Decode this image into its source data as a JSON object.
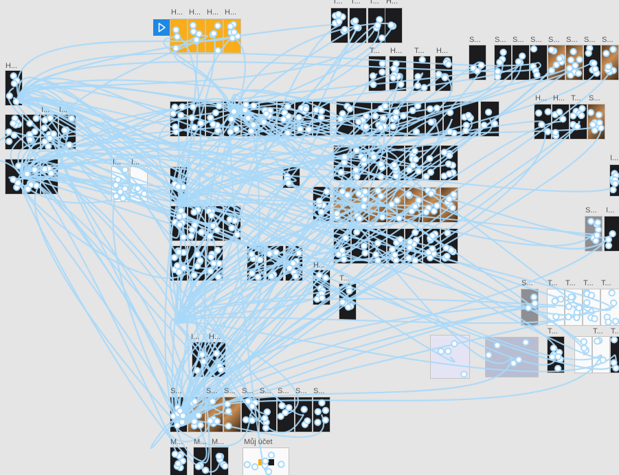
{
  "canvas": {
    "background": "#e5e5e5",
    "link_color": "#a9d8f8",
    "accent": "#1e88e5",
    "brand_orange": "#f9ad18"
  },
  "flow_start_icon": "play-icon",
  "labels": {
    "h1": "H...",
    "h2": "H...",
    "h3": "H...",
    "h4": "H...",
    "t1": "T...",
    "t2": "T...",
    "t3": "T...",
    "t4": "H...",
    "t5": "T...",
    "t6": "H...",
    "t7": "T...",
    "t8": "H...",
    "s1": "S...",
    "s2": "S...",
    "s3": "S...",
    "s4": "S...",
    "s5": "S...",
    "s6": "S...",
    "s7": "S...",
    "s8": "S...",
    "left_h": "H...",
    "left_i1": "I...",
    "left_i2": "I...",
    "mid_h1": "H...",
    "mid_t1": "T...",
    "right_h1": "H...",
    "right_h2": "H...",
    "right_t1": "T...",
    "right_s1": "S...",
    "right_i1": "I...",
    "right_s2": "S...",
    "right_i2": "I...",
    "mid_i1": "I...",
    "mid_i2": "I...",
    "cluster_i": "I...",
    "cluster_h": "H...",
    "small_s": "S...",
    "tr1": "T...",
    "tr2": "T...",
    "tr3": "T...",
    "tr4": "T...",
    "tr5": "T...",
    "tr6": "T...",
    "tr7": "T...",
    "bottom_s1": "S...",
    "bottom_s2": "S...",
    "bottom_s3": "S...",
    "bottom_s4": "S...",
    "bottom_s5": "S...",
    "bottom_s6": "S...",
    "bottom_s7": "S...",
    "bottom_s8": "S...",
    "m1": "M...",
    "m2": "M...",
    "m3": "M...",
    "my_account": "Můj účet"
  }
}
